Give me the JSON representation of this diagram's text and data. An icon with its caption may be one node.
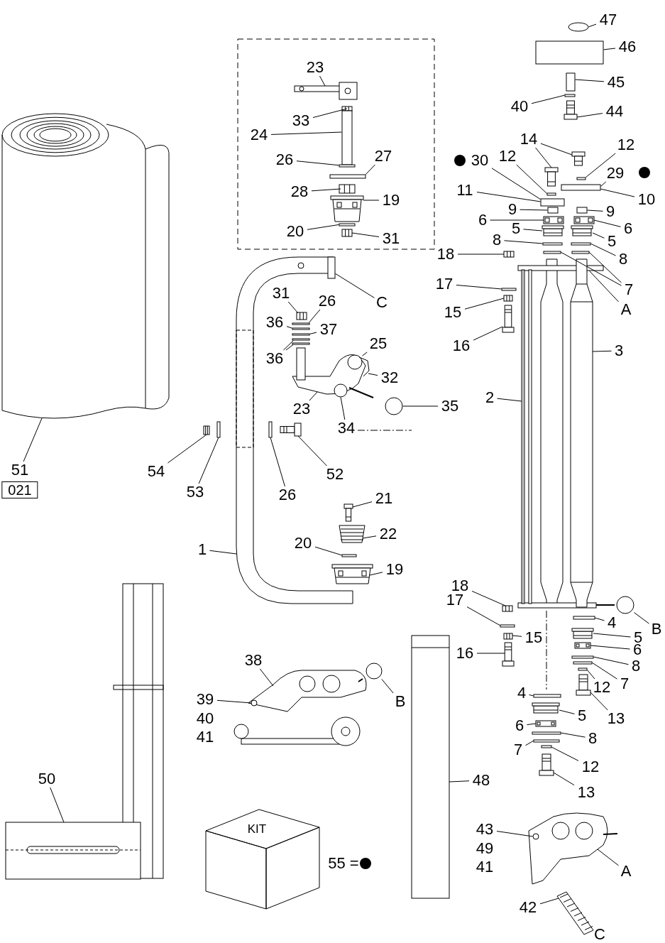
{
  "diagram": {
    "nodes": [
      {
        "text": [
          "23"
        ]
      },
      {
        "text": [
          "33"
        ]
      },
      {
        "text": [
          "24"
        ]
      },
      {
        "text": [
          "26"
        ]
      },
      {
        "text": [
          "27"
        ]
      },
      {
        "text": [
          "28"
        ]
      },
      {
        "text": [
          "19"
        ]
      },
      {
        "text": [
          "20"
        ]
      },
      {
        "text": [
          "31"
        ]
      },
      {
        "text": [
          "C"
        ]
      },
      {
        "text": [
          "31"
        ]
      },
      {
        "text": [
          "26"
        ]
      },
      {
        "text": [
          "36"
        ]
      },
      {
        "text": [
          "37"
        ]
      },
      {
        "text": [
          "36"
        ]
      },
      {
        "text": [
          "25"
        ]
      },
      {
        "text": [
          "32"
        ]
      },
      {
        "text": [
          "23"
        ]
      },
      {
        "text": [
          "34"
        ]
      },
      {
        "text": [
          "35"
        ]
      },
      {
        "text": [
          "54"
        ]
      },
      {
        "text": [
          "53"
        ]
      },
      {
        "text": [
          "26"
        ]
      },
      {
        "text": [
          "52"
        ]
      },
      {
        "text": [
          "21"
        ]
      },
      {
        "text": [
          "22"
        ]
      },
      {
        "text": [
          "20"
        ]
      },
      {
        "text": [
          "19"
        ]
      },
      {
        "text": [
          "1"
        ]
      },
      {
        "text": [
          "51"
        ]
      },
      {
        "text": [
          "021"
        ]
      },
      {
        "text": [
          "47"
        ]
      },
      {
        "text": [
          "46"
        ]
      },
      {
        "text": [
          "45"
        ]
      },
      {
        "text": [
          "40"
        ]
      },
      {
        "text": [
          "44"
        ]
      },
      {
        "text": [
          "14"
        ]
      },
      {
        "text": [
          "12"
        ]
      },
      {
        "text": [
          "12"
        ]
      },
      {
        "text": [
          "30"
        ]
      },
      {
        "text": [
          "29"
        ]
      },
      {
        "text": [
          "11"
        ]
      },
      {
        "text": [
          "10"
        ]
      },
      {
        "text": [
          "9"
        ]
      },
      {
        "text": [
          "9"
        ]
      },
      {
        "text": [
          "6"
        ]
      },
      {
        "text": [
          "6"
        ]
      },
      {
        "text": [
          "5"
        ]
      },
      {
        "text": [
          "5"
        ]
      },
      {
        "text": [
          "8"
        ]
      },
      {
        "text": [
          "8"
        ]
      },
      {
        "text": [
          "7"
        ]
      },
      {
        "text": [
          "A"
        ]
      },
      {
        "text": [
          "18"
        ]
      },
      {
        "text": [
          "17"
        ]
      },
      {
        "text": [
          "15"
        ]
      },
      {
        "text": [
          "16"
        ]
      },
      {
        "text": [
          "3"
        ]
      },
      {
        "text": [
          "2"
        ]
      },
      {
        "text": [
          "18"
        ]
      },
      {
        "text": [
          "17"
        ]
      },
      {
        "text": [
          "15"
        ]
      },
      {
        "text": [
          "16"
        ]
      },
      {
        "text": [
          "4"
        ]
      },
      {
        "text": [
          "B"
        ]
      },
      {
        "text": [
          "5"
        ]
      },
      {
        "text": [
          "6"
        ]
      },
      {
        "text": [
          "8"
        ]
      },
      {
        "text": [
          "7"
        ]
      },
      {
        "text": [
          "12"
        ]
      },
      {
        "text": [
          "13"
        ]
      },
      {
        "text": [
          "4"
        ]
      },
      {
        "text": [
          "5"
        ]
      },
      {
        "text": [
          "6"
        ]
      },
      {
        "text": [
          "8"
        ]
      },
      {
        "text": [
          "7"
        ]
      },
      {
        "text": [
          "12"
        ]
      },
      {
        "text": [
          "13"
        ]
      },
      {
        "text": [
          "48"
        ]
      },
      {
        "text": [
          "43"
        ]
      },
      {
        "text": [
          "A"
        ]
      },
      {
        "text": [
          "42"
        ]
      },
      {
        "text": [
          "38"
        ]
      },
      {
        "text": [
          "39"
        ]
      },
      {
        "text": [
          "B"
        ]
      },
      {
        "text": [
          "50"
        ]
      },
      {
        "text": [],
        "shape": "picture"
      },
      {
        "text": [],
        "shape": "picture"
      },
      {
        "text": [],
        "shape": "box"
      },
      {
        "text": [],
        "shape": "box"
      },
      {
        "text": [],
        "shape": "box"
      },
      {
        "text": [],
        "shape": "picture"
      },
      {
        "text": [],
        "shape": "picture"
      },
      {
        "text": [],
        "shape": "box"
      },
      {
        "text": [],
        "shape": "picture"
      },
      {
        "text": [],
        "shape": "picture"
      },
      {
        "text": [],
        "shape": "box",
        "in": 95
      },
      {
        "text": [],
        "shape": "picture"
      },
      {
        "text": [],
        "shape": "box"
      },
      {
        "text": [],
        "shape": "box"
      },
      {
        "text": [],
        "shape": "box"
      },
      {
        "text": [],
        "shape": "box"
      },
      {
        "text": [],
        "shape": "box"
      },
      {
        "text": [],
        "shape": "picture"
      },
      {
        "text": [],
        "shape": "circle",
        "in": 103
      },
      {
        "text": [],
        "shape": "picture"
      },
      {
        "text": [],
        "shape": "circle",
        "in": 103
      },
      {
        "text": [],
        "shape": "circle"
      },
      {
        "text": [],
        "shape": "picture"
      },
      {
        "text": [],
        "shape": "box"
      },
      {
        "text": [],
        "shape": "box"
      },
      {
        "text": [],
        "shape": "picture"
      },
      {
        "text": [],
        "shape": "picture"
      },
      {
        "text": [],
        "shape": "picture"
      },
      {
        "text": [],
        "shape": "box"
      },
      {
        "text": [],
        "shape": "picture"
      },
      {
        "text": [],
        "shape": "picture"
      },
      {
        "text": [],
        "shape": "circle"
      },
      {
        "text": [],
        "shape": "box"
      },
      {
        "text": [],
        "shape": "box"
      },
      {
        "text": [],
        "shape": "box"
      },
      {
        "text": [],
        "shape": "picture"
      },
      {
        "text": [],
        "shape": "picture"
      },
      {
        "text": [],
        "shape": "picture"
      },
      {
        "text": [],
        "shape": "box"
      },
      {
        "text": [],
        "shape": "box"
      },
      {
        "text": [],
        "shape": "box"
      },
      {
        "text": [],
        "shape": "box"
      },
      {
        "text": [],
        "shape": "box"
      },
      {
        "text": [],
        "shape": "box"
      },
      {
        "text": [],
        "shape": "picture"
      },
      {
        "text": [],
        "shape": "picture"
      },
      {
        "text": [],
        "shape": "picture"
      },
      {
        "text": [],
        "shape": "picture"
      },
      {
        "text": [],
        "shape": "box"
      },
      {
        "text": [],
        "shape": "box"
      },
      {
        "text": [],
        "shape": "box"
      },
      {
        "text": [],
        "shape": "box"
      },
      {
        "text": [],
        "shape": "box"
      },
      {
        "text": [],
        "shape": "picture"
      },
      {
        "text": [],
        "shape": "box"
      },
      {
        "text": [],
        "shape": "picture"
      },
      {
        "text": [],
        "shape": "picture"
      },
      {
        "text": [],
        "shape": "picture"
      },
      {
        "text": [],
        "shape": "picture"
      },
      {
        "text": [],
        "shape": "picture"
      },
      {
        "text": [],
        "shape": "box"
      },
      {
        "text": [],
        "shape": "picture"
      },
      {
        "text": [],
        "shape": "picture"
      },
      {
        "text": [],
        "shape": "box"
      },
      {
        "text": [],
        "shape": "circle"
      },
      {
        "text": [],
        "shape": "picture"
      },
      {
        "text": [],
        "shape": "picture"
      },
      {
        "text": [],
        "shape": "box"
      },
      {
        "text": [],
        "shape": "box"
      },
      {
        "text": [],
        "shape": "box"
      },
      {
        "text": [],
        "shape": "picture"
      },
      {
        "text": [],
        "shape": "box"
      },
      {
        "text": [],
        "shape": "picture"
      },
      {
        "text": [],
        "shape": "picture"
      },
      {
        "text": [],
        "shape": "box"
      },
      {
        "text": [],
        "shape": "box"
      },
      {
        "text": [],
        "shape": "box"
      },
      {
        "text": [],
        "shape": "picture"
      },
      {
        "text": [],
        "shape": "picture"
      },
      {
        "text": [],
        "shape": "picture"
      },
      {
        "text": [],
        "shape": "circle",
        "in": 165
      },
      {
        "text": [],
        "shape": "picture"
      },
      {
        "text": [],
        "shape": "picture"
      },
      {
        "text": [],
        "shape": "circle",
        "in": 168
      },
      {
        "text": [],
        "shape": "circle"
      },
      {
        "text": [],
        "shape": "picture"
      }
    ],
    "edges": [
      {
        "from": 0,
        "to": 86,
        "arrow": "none"
      },
      {
        "from": 1,
        "to": 87,
        "arrow": "none"
      },
      {
        "from": 2,
        "to": 88,
        "arrow": "none"
      },
      {
        "from": 3,
        "to": 89,
        "arrow": "none"
      },
      {
        "from": 4,
        "to": 90,
        "arrow": "none"
      },
      {
        "from": 5,
        "to": 91,
        "arrow": "none"
      },
      {
        "from": 6,
        "to": 92,
        "arrow": "none"
      },
      {
        "from": 7,
        "to": 93,
        "arrow": "none"
      },
      {
        "from": 8,
        "to": 94,
        "arrow": "none"
      },
      {
        "from": 9,
        "to": 96,
        "arrow": "none"
      },
      {
        "from": 10,
        "to": 97,
        "arrow": "none"
      },
      {
        "from": 11,
        "to": 98,
        "arrow": "none"
      },
      {
        "from": 12,
        "to": 99,
        "arrow": "none"
      },
      {
        "from": 13,
        "to": 100,
        "arrow": "none"
      },
      {
        "from": 14,
        "to": 101,
        "arrow": "none"
      },
      {
        "from": 14,
        "to": 102,
        "arrow": "none"
      },
      {
        "from": 15,
        "to": 104,
        "arrow": "none"
      },
      {
        "from": 16,
        "to": 105,
        "arrow": "none"
      },
      {
        "from": 17,
        "to": 103,
        "arrow": "none"
      },
      {
        "from": 18,
        "to": 106,
        "arrow": "none"
      },
      {
        "from": 19,
        "to": 107,
        "arrow": "none"
      },
      {
        "from": 20,
        "to": 108,
        "arrow": "none"
      },
      {
        "from": 21,
        "to": 109,
        "arrow": "none"
      },
      {
        "from": 22,
        "to": 110,
        "arrow": "none"
      },
      {
        "from": 23,
        "to": 111,
        "arrow": "none"
      },
      {
        "from": 24,
        "to": 112,
        "arrow": "none"
      },
      {
        "from": 25,
        "to": 113,
        "arrow": "none"
      },
      {
        "from": 26,
        "to": 114,
        "arrow": "none"
      },
      {
        "from": 27,
        "to": 115,
        "arrow": "none"
      },
      {
        "from": 28,
        "to": 95,
        "arrow": "none"
      },
      {
        "from": 29,
        "to": 116,
        "arrow": "none"
      },
      {
        "from": 31,
        "to": 117,
        "arrow": "none"
      },
      {
        "from": 32,
        "to": 118,
        "arrow": "none"
      },
      {
        "from": 33,
        "to": 119,
        "arrow": "none"
      },
      {
        "from": 34,
        "to": 120,
        "arrow": "none"
      },
      {
        "from": 35,
        "to": 121,
        "arrow": "none"
      },
      {
        "from": 36,
        "to": 122,
        "arrow": "none"
      },
      {
        "from": 36,
        "to": 123,
        "arrow": "none"
      },
      {
        "from": 37,
        "to": 124,
        "arrow": "none"
      },
      {
        "from": 38,
        "to": 125,
        "arrow": "none"
      },
      {
        "from": 39,
        "to": 126,
        "arrow": "none"
      },
      {
        "from": 40,
        "to": 127,
        "arrow": "none"
      },
      {
        "from": 41,
        "to": 126,
        "arrow": "none"
      },
      {
        "from": 42,
        "to": 127,
        "arrow": "none"
      },
      {
        "from": 43,
        "to": 128,
        "arrow": "none"
      },
      {
        "from": 44,
        "to": 129,
        "arrow": "none"
      },
      {
        "from": 45,
        "to": 130,
        "arrow": "none"
      },
      {
        "from": 46,
        "to": 131,
        "arrow": "none"
      },
      {
        "from": 47,
        "to": 132,
        "arrow": "none"
      },
      {
        "from": 48,
        "to": 133,
        "arrow": "none"
      },
      {
        "from": 49,
        "to": 134,
        "arrow": "none"
      },
      {
        "from": 50,
        "to": 135,
        "arrow": "none"
      },
      {
        "from": 51,
        "to": 136,
        "arrow": "none"
      },
      {
        "from": 51,
        "to": 137,
        "arrow": "none"
      },
      {
        "from": 52,
        "to": 138,
        "arrow": "none"
      },
      {
        "from": 53,
        "to": 139,
        "arrow": "none"
      },
      {
        "from": 54,
        "to": 140,
        "arrow": "none"
      },
      {
        "from": 55,
        "to": 141,
        "arrow": "none"
      },
      {
        "from": 56,
        "to": 142,
        "arrow": "none"
      },
      {
        "from": 57,
        "to": 143,
        "arrow": "none"
      },
      {
        "from": 58,
        "to": 144,
        "arrow": "none"
      },
      {
        "from": 59,
        "to": 145,
        "arrow": "none"
      },
      {
        "from": 60,
        "to": 146,
        "arrow": "none"
      },
      {
        "from": 61,
        "to": 147,
        "arrow": "none"
      },
      {
        "from": 62,
        "to": 148,
        "arrow": "none"
      },
      {
        "from": 63,
        "to": 149,
        "arrow": "none"
      },
      {
        "from": 64,
        "to": 150,
        "arrow": "none"
      },
      {
        "from": 65,
        "to": 151,
        "arrow": "none"
      },
      {
        "from": 66,
        "to": 152,
        "arrow": "none"
      },
      {
        "from": 67,
        "to": 153,
        "arrow": "none"
      },
      {
        "from": 68,
        "to": 154,
        "arrow": "none"
      },
      {
        "from": 69,
        "to": 155,
        "arrow": "none"
      },
      {
        "from": 70,
        "to": 156,
        "arrow": "none"
      },
      {
        "from": 71,
        "to": 157,
        "arrow": "none"
      },
      {
        "from": 72,
        "to": 158,
        "arrow": "none"
      },
      {
        "from": 73,
        "to": 159,
        "arrow": "none"
      },
      {
        "from": 74,
        "to": 160,
        "arrow": "none"
      },
      {
        "from": 75,
        "to": 161,
        "arrow": "none"
      },
      {
        "from": 76,
        "to": 162,
        "arrow": "none"
      },
      {
        "from": 77,
        "to": 163,
        "arrow": "none"
      },
      {
        "from": 78,
        "to": 164,
        "arrow": "none"
      },
      {
        "from": 79,
        "to": 166,
        "arrow": "none"
      },
      {
        "from": 80,
        "to": 165,
        "arrow": "none"
      },
      {
        "from": 81,
        "to": 167,
        "arrow": "none"
      },
      {
        "from": 82,
        "to": 168,
        "arrow": "none"
      },
      {
        "from": 83,
        "to": 169,
        "arrow": "none"
      },
      {
        "from": 84,
        "to": 170,
        "arrow": "none"
      },
      {
        "from": 85,
        "to": 171,
        "arrow": "none"
      }
    ],
    "labels": [
      "40",
      "41",
      "KIT",
      "55 =",
      "49",
      "41",
      "C"
    ]
  }
}
